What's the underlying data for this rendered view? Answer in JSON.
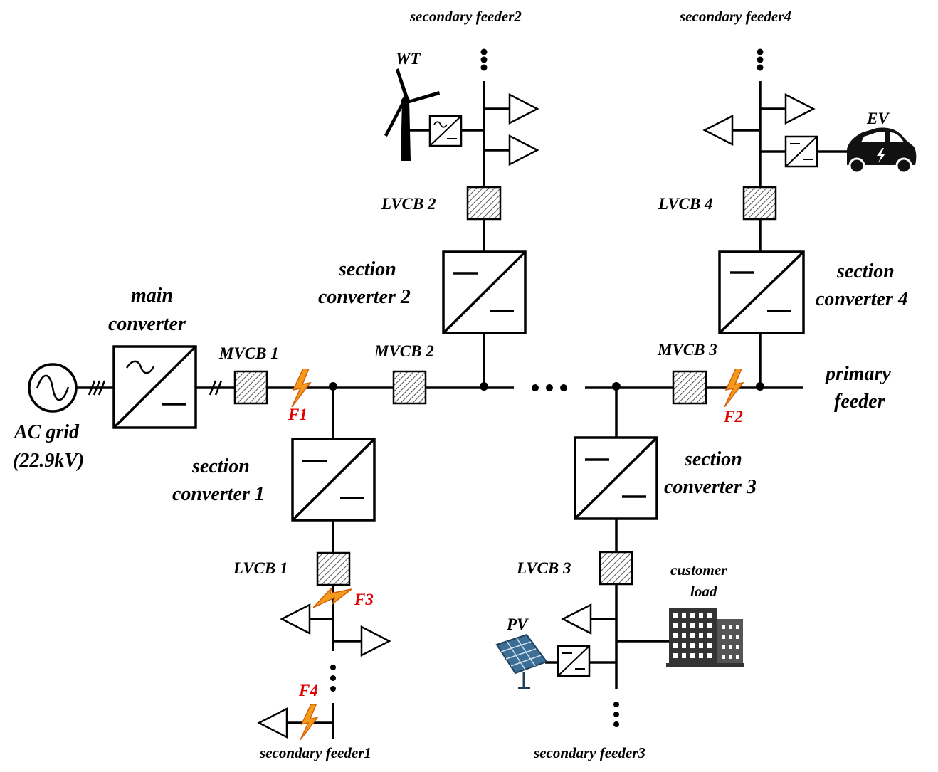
{
  "labels": {
    "ac_grid_line1": "AC grid",
    "ac_grid_line2": "(22.9kV)",
    "main_converter_line1": "main",
    "main_converter_line2": "converter",
    "section_converter_1_line1": "section",
    "section_converter_1_line2": "converter 1",
    "section_converter_2_line1": "section",
    "section_converter_2_line2": "converter 2",
    "section_converter_3_line1": "section",
    "section_converter_3_line2": "converter 3",
    "section_converter_4_line1": "section",
    "section_converter_4_line2": "converter 4",
    "primary_feeder_line1": "primary",
    "primary_feeder_line2": "feeder",
    "mvcb1": "MVCB 1",
    "mvcb2": "MVCB 2",
    "mvcb3": "MVCB 3",
    "lvcb1": "LVCB 1",
    "lvcb2": "LVCB 2",
    "lvcb3": "LVCB 3",
    "lvcb4": "LVCB 4",
    "secondary_feeder1": "secondary feeder1",
    "secondary_feeder2": "secondary feeder2",
    "secondary_feeder3": "secondary feeder3",
    "secondary_feeder4": "secondary feeder4",
    "wt": "WT",
    "ev": "EV",
    "pv": "PV",
    "customer_load_line1": "customer",
    "customer_load_line2": "load"
  },
  "faults": {
    "f1": "F1",
    "f2": "F2",
    "f3": "F3",
    "f4": "F4"
  },
  "colors": {
    "fault_text": "#e00000",
    "lightning_fill": "#f59a1b",
    "lightning_stroke": "#d4600a",
    "ev_body": "#111111",
    "pv_panel": "#3d6f96",
    "building": "#333333",
    "line": "#000000"
  }
}
